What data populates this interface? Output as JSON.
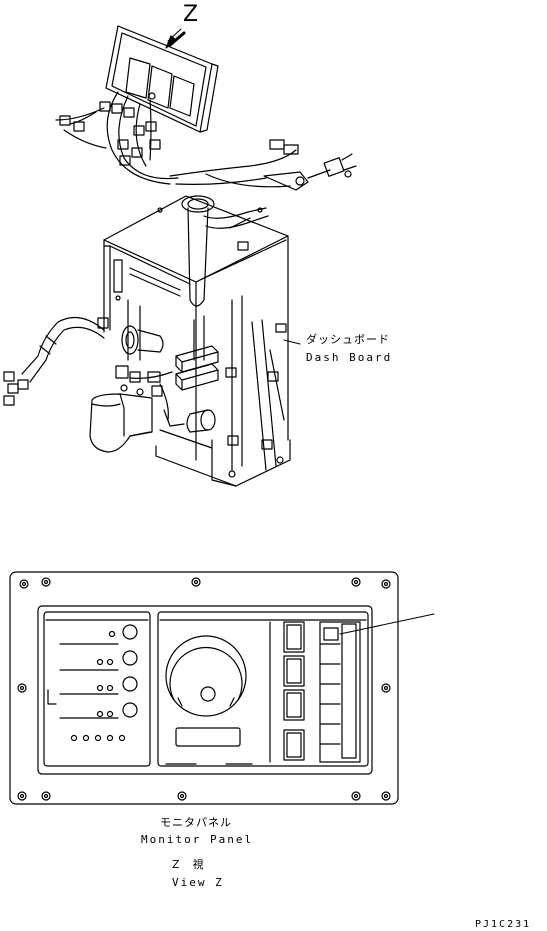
{
  "top_view": {
    "view_marker": "Z",
    "dash_board_jp": "ダッシュボード",
    "dash_board_en": "Dash Board"
  },
  "bottom_view": {
    "monitor_panel_jp": "モニタパネル",
    "monitor_panel_en": "Monitor Panel",
    "view_jp": "Z　視",
    "view_en": "View Z"
  },
  "drawing_code": "PJ1C231"
}
